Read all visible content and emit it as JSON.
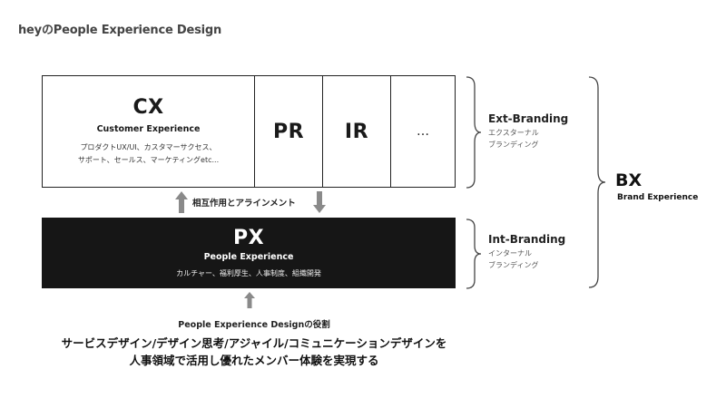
{
  "page_title": "heyのPeople Experience Design",
  "cx": {
    "title": "CX",
    "subtitle": "Customer Experience",
    "desc_line1": "プロダクトUX/UI、カスタマーサクセス、",
    "desc_line2": "サポート、セールス、マーケティングetc..."
  },
  "pr": "PR",
  "ir": "IR",
  "more": "…",
  "alignment_label": "相互作用とアラインメント",
  "px": {
    "title": "PX",
    "subtitle": "People Experience",
    "desc": "カルチャー、福利厚生、人事制度、組織開発"
  },
  "ext_branding": {
    "title": "Ext-Branding",
    "sub_line1": "エクスターナル",
    "sub_line2": "ブランディング"
  },
  "int_branding": {
    "title": "Int-Branding",
    "sub_line1": "インターナル",
    "sub_line2": "ブランディング"
  },
  "bx": {
    "title": "BX",
    "subtitle": "Brand Experience"
  },
  "role": {
    "title": "People Experience Designの役割",
    "line1": "サービスデザイン/デザイン思考/アジャイル/コミュニケーションデザインを",
    "line2": "人事領域で活用し優れたメンバー体験を実現する"
  },
  "colors": {
    "px_background": "#161616",
    "arrow_gray": "#8a8a8a",
    "border": "#222222"
  }
}
